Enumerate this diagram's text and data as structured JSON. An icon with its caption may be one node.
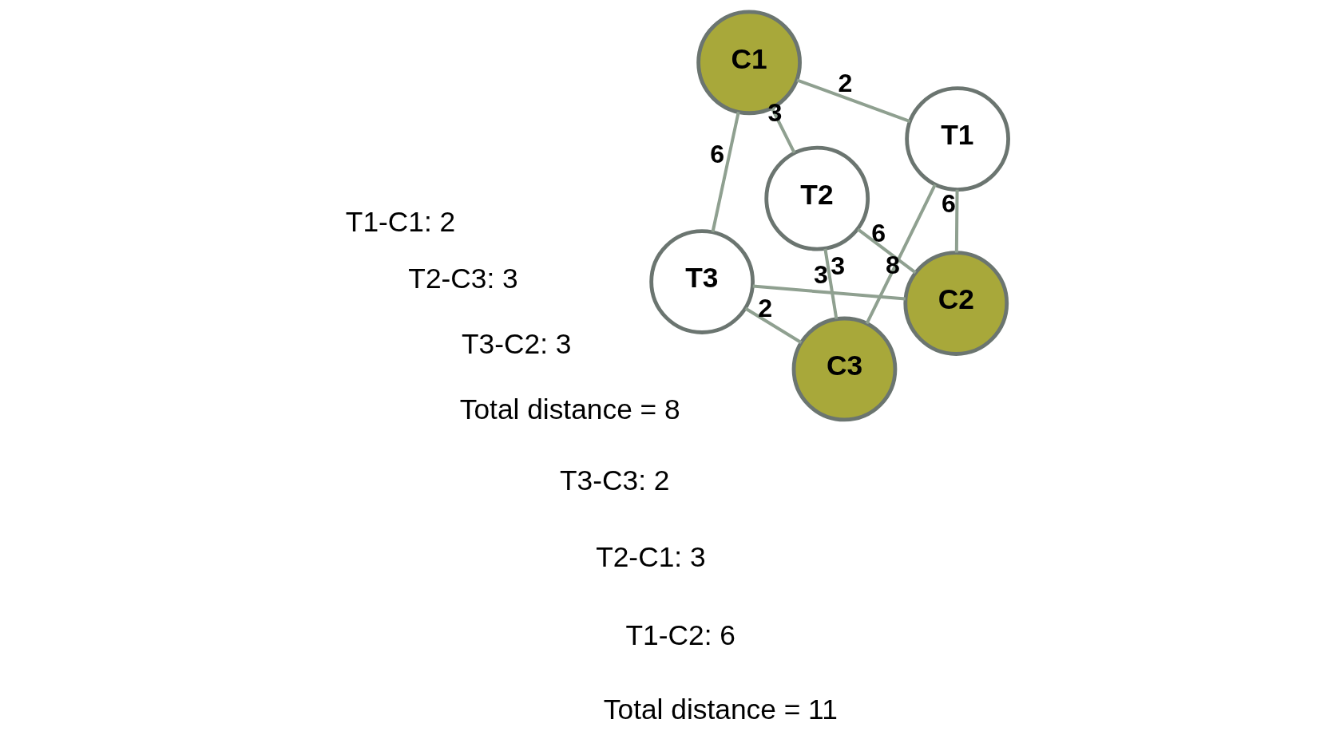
{
  "diagram": {
    "nodes": [
      {
        "text": [
          "T3"
        ]
      },
      {
        "text": [
          "C2"
        ]
      },
      {
        "text": [
          "C3"
        ]
      },
      {
        "text": [
          "C1"
        ]
      },
      {
        "text": [
          "T1"
        ]
      },
      {
        "text": [
          "T2"
        ]
      }
    ],
    "edges": [
      {
        "from": 0,
        "to": 1,
        "arrow": "none",
        "label": "3"
      },
      {
        "from": 0,
        "to": 2,
        "arrow": "none",
        "label": "2"
      },
      {
        "from": 0,
        "to": 3,
        "arrow": "none",
        "label": "6"
      },
      {
        "from": 1,
        "to": 5,
        "arrow": "none",
        "label": "6"
      },
      {
        "from": 1,
        "to": 4,
        "arrow": "none",
        "label": "6"
      },
      {
        "from": 2,
        "to": 4,
        "arrow": "none",
        "label": "8"
      },
      {
        "from": 2,
        "to": 5,
        "arrow": "none",
        "label": "3"
      },
      {
        "from": 3,
        "to": 4,
        "arrow": "none",
        "label": "2"
      },
      {
        "from": 5,
        "to": 3,
        "arrow": "none",
        "label": "3"
      }
    ],
    "labels": [
      "T1-C1: 2",
      "T2-C3: 3",
      "T3-C2: 3",
      "Total distance = 8",
      "T3-C3: 2",
      "T2-C1: 3",
      "T1-C2: 6",
      "Total distance = 11"
    ]
  }
}
